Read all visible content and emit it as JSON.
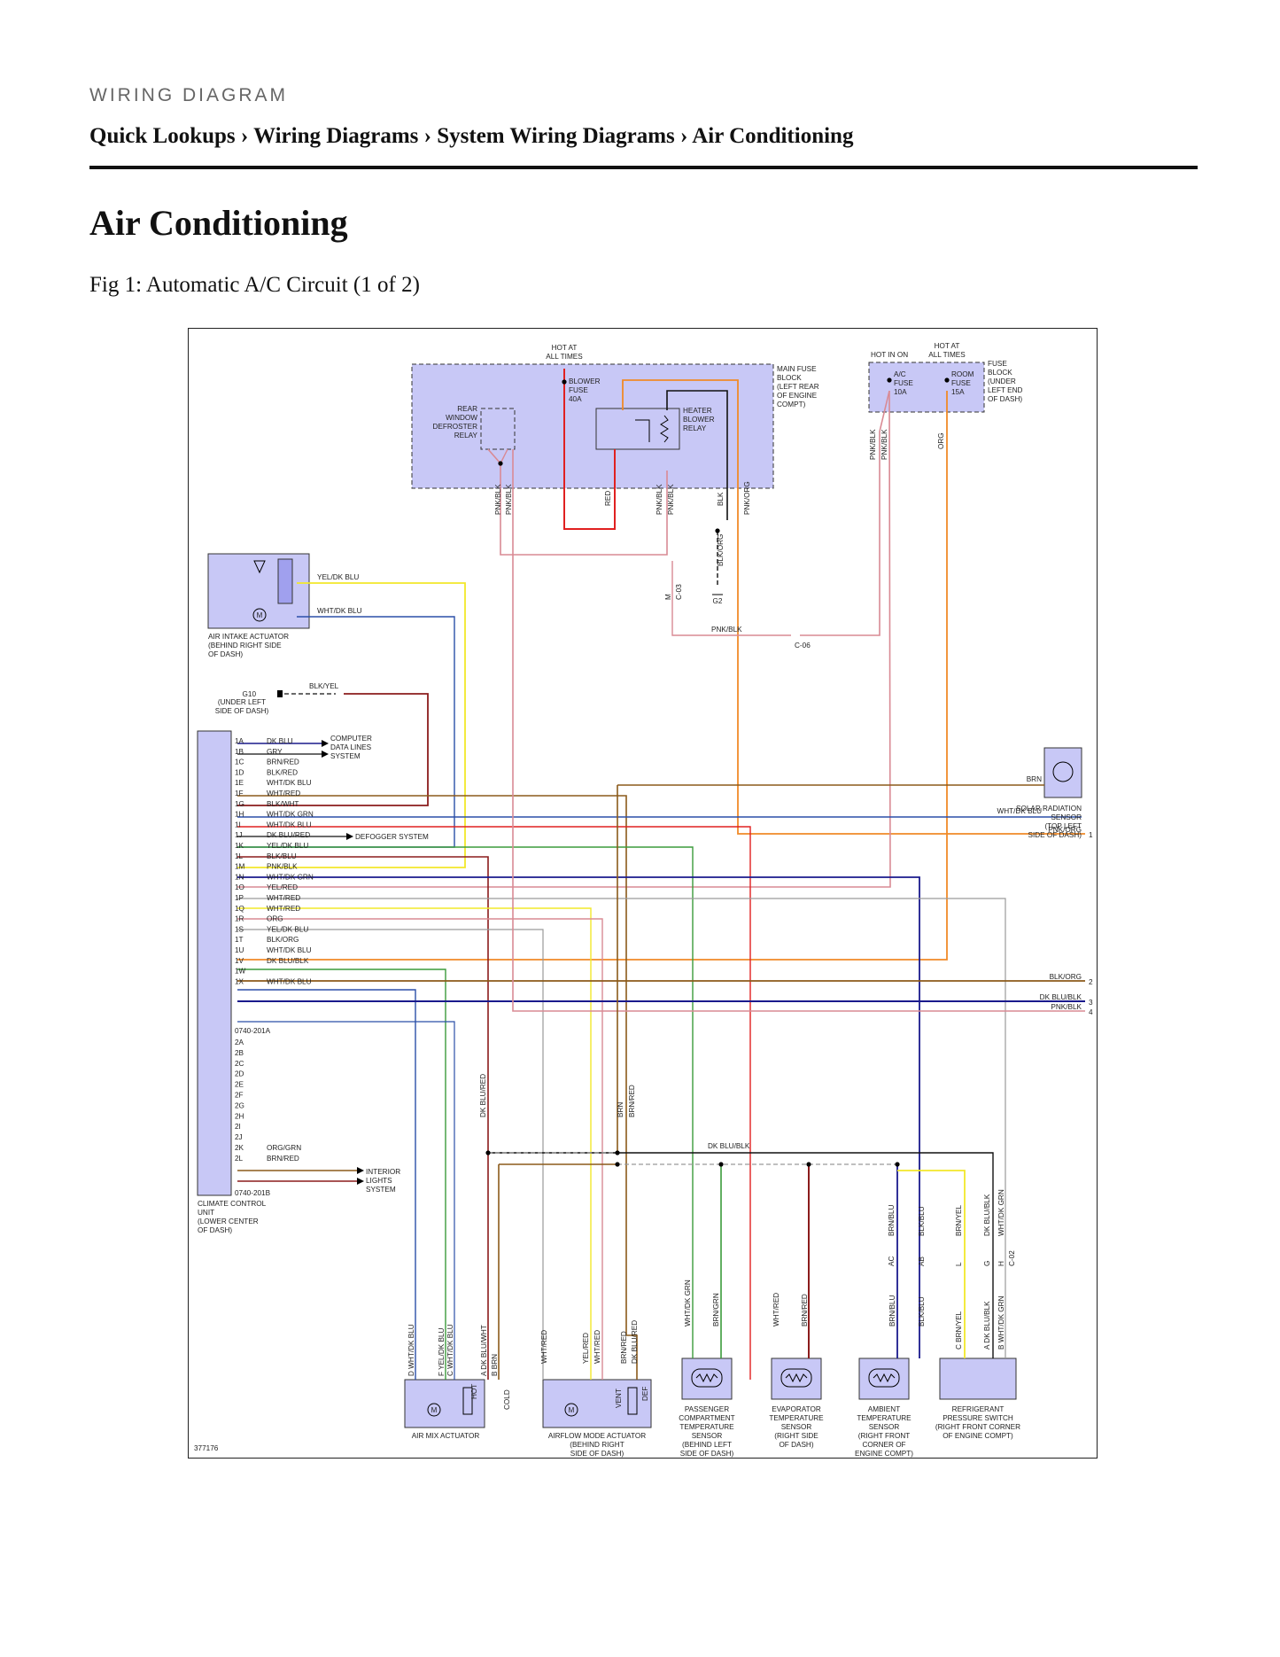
{
  "header": {
    "eyebrow": "WIRING DIAGRAM",
    "breadcrumb": [
      "Quick Lookups",
      "Wiring Diagrams",
      "System Wiring Diagrams",
      "Air Conditioning"
    ],
    "separator": "›"
  },
  "page": {
    "title": "Air Conditioning",
    "figure_caption": "Fig 1: Automatic A/C Circuit (1 of 2)"
  },
  "diagram": {
    "figure_id": "377176",
    "main_fuse_block": {
      "power_label": [
        "HOT AT",
        "ALL TIMES"
      ],
      "block_label": [
        "MAIN FUSE",
        "BLOCK",
        "(LEFT REAR",
        "OF ENGINE",
        "COMPT)"
      ],
      "blower_fuse": [
        "BLOWER",
        "FUSE",
        "40A"
      ],
      "rear_defroster_relay": [
        "REAR",
        "WINDOW",
        "DEFROSTER",
        "RELAY"
      ],
      "heater_blower_relay": [
        "HEATER",
        "BLOWER",
        "RELAY"
      ]
    },
    "fuse_block": {
      "hot_in_on": "HOT IN ON",
      "hot_at_all_times": [
        "HOT AT",
        "ALL TIMES"
      ],
      "block_label": [
        "FUSE",
        "BLOCK",
        "(UNDER",
        "LEFT END",
        "OF DASH)"
      ],
      "ac_fuse": [
        "A/C",
        "FUSE",
        "10A"
      ],
      "room_fuse": [
        "ROOM",
        "FUSE",
        "15A"
      ]
    },
    "air_intake_actuator": {
      "label": [
        "AIR INTAKE ACTUATOR",
        "(BEHIND RIGHT SIDE",
        "OF DASH)"
      ],
      "wires": [
        "YEL/DK BLU",
        "WHT/DK BLU"
      ]
    },
    "ground_g10": {
      "name": "G10",
      "location": [
        "(UNDER LEFT",
        "SIDE OF DASH)"
      ],
      "wire": "BLK/YEL"
    },
    "ground_g2": {
      "name": "G2",
      "wire": "BLK/ORG"
    },
    "connector_c03": {
      "name": "C-03",
      "pin": "M",
      "wire": "PNK/BLK"
    },
    "connector_c06": {
      "name": "C-06",
      "wire": "PNK/BLK"
    },
    "climate_control_unit": {
      "label": [
        "CLIMATE CONTROL",
        "UNIT",
        "(LOWER CENTER",
        "OF DASH)"
      ],
      "connector_a": "0740-201A",
      "connector_b": "0740-201B",
      "pins": [
        {
          "pin": "1A",
          "wire": "DK BLU"
        },
        {
          "pin": "1B",
          "wire": "GRY"
        },
        {
          "pin": "1C",
          "wire": "BRN/RED"
        },
        {
          "pin": "1D",
          "wire": "BLK/RED"
        },
        {
          "pin": "1E",
          "wire": "WHT/DK BLU"
        },
        {
          "pin": "1F",
          "wire": "WHT/RED"
        },
        {
          "pin": "1G",
          "wire": "BLK/WHT"
        },
        {
          "pin": "1H",
          "wire": "WHT/DK GRN"
        },
        {
          "pin": "1I",
          "wire": "WHT/DK BLU"
        },
        {
          "pin": "1J",
          "wire": "DK BLU/RED"
        },
        {
          "pin": "1K",
          "wire": "YEL/DK BLU"
        },
        {
          "pin": "1L",
          "wire": "BLK/BLU"
        },
        {
          "pin": "1M",
          "wire": "PNK/BLK"
        },
        {
          "pin": "1N",
          "wire": "WHT/DK GRN"
        },
        {
          "pin": "1O",
          "wire": "YEL/RED"
        },
        {
          "pin": "1P",
          "wire": "WHT/RED"
        },
        {
          "pin": "1Q",
          "wire": "WHT/RED"
        },
        {
          "pin": "1R",
          "wire": "ORG"
        },
        {
          "pin": "1S",
          "wire": "YEL/DK BLU"
        },
        {
          "pin": "1T",
          "wire": "BLK/ORG"
        },
        {
          "pin": "1U",
          "wire": "WHT/DK BLU"
        },
        {
          "pin": "1V",
          "wire": "DK BLU/BLK"
        },
        {
          "pin": "1W",
          "wire": ""
        },
        {
          "pin": "1X",
          "wire": "WHT/DK BLU"
        }
      ],
      "pins_b": [
        {
          "pin": "2A",
          "wire": ""
        },
        {
          "pin": "2B",
          "wire": ""
        },
        {
          "pin": "2C",
          "wire": ""
        },
        {
          "pin": "2D",
          "wire": ""
        },
        {
          "pin": "2E",
          "wire": ""
        },
        {
          "pin": "2F",
          "wire": ""
        },
        {
          "pin": "2G",
          "wire": ""
        },
        {
          "pin": "2H",
          "wire": ""
        },
        {
          "pin": "2I",
          "wire": ""
        },
        {
          "pin": "2J",
          "wire": ""
        },
        {
          "pin": "2K",
          "wire": "ORG/GRN"
        },
        {
          "pin": "2L",
          "wire": "BRN/RED"
        }
      ]
    },
    "references": {
      "computer_data_lines": [
        "COMPUTER",
        "DATA LINES",
        "SYSTEM"
      ],
      "defogger_system": "DEFOGGER SYSTEM",
      "interior_lights": [
        "INTERIOR",
        "LIGHTS",
        "SYSTEM"
      ]
    },
    "solar_radiation_sensor": {
      "label": [
        "SOLAR RADIATION",
        "SENSOR",
        "(TOP LEFT",
        "SIDE OF DASH)"
      ],
      "wires": [
        "BRN",
        "WHT/DK BLU"
      ]
    },
    "off_page": [
      {
        "wire": "PNK/ORG",
        "ref": "1"
      },
      {
        "wire": "BLK/ORG",
        "ref": "2"
      },
      {
        "wire": "DK BLU/BLK",
        "ref": "3"
      },
      {
        "wire": "PNK/BLK",
        "ref": "4"
      }
    ],
    "vertical_labels": {
      "top_left": [
        "PNK/BLK",
        "PNK/BLK"
      ],
      "red": "RED",
      "relay_out": [
        "PNK/BLK",
        "PNK/BLK"
      ],
      "blk": "BLK",
      "pnk_org": "PNK/ORG",
      "fuse_out": [
        "PNK/BLK",
        "PNK/BLK"
      ],
      "org": "ORG",
      "mid": [
        "DK BLU/RED",
        "BRN",
        "BRN/RED"
      ],
      "dk_blu_blk": "DK BLU/BLK",
      "lower": [
        "BRN/BLU",
        "BLK/BLU",
        "BRN/YEL",
        "DK BLU/BLK",
        "WHT/DK GRN"
      ]
    },
    "connector_c02": {
      "name": "C-02",
      "pins": [
        "AC",
        "AB",
        "L",
        "G",
        "H"
      ]
    },
    "air_mix_actuator": {
      "label": "AIR MIX ACTUATOR",
      "pins": [
        "D",
        "F",
        "C",
        "A",
        "B"
      ],
      "wires": [
        "WHT/DK BLU",
        "YEL/DK BLU",
        "WHT/DK BLU",
        "DK BLU/WHT",
        "BRN"
      ],
      "positions": [
        "HOT",
        "COLD"
      ]
    },
    "airflow_mode_actuator": {
      "label": [
        "AIRFLOW MODE ACTUATOR",
        "(BEHIND RIGHT",
        "SIDE OF DASH)"
      ],
      "wires": [
        "WHT/RED",
        "YEL/RED",
        "WHT/RED",
        "BRN/RED",
        "DK BLU/RED"
      ],
      "positions": [
        "VENT",
        "DEF"
      ]
    },
    "passenger_sensor": {
      "label": [
        "PASSENGER",
        "COMPARTMENT",
        "TEMPERATURE",
        "SENSOR",
        "(BEHIND LEFT",
        "SIDE OF DASH)"
      ],
      "wires": [
        "WHT/DK GRN",
        "BRN/GRN"
      ]
    },
    "evaporator_sensor": {
      "label": [
        "EVAPORATOR",
        "TEMPERATURE",
        "SENSOR",
        "(RIGHT SIDE",
        "OF DASH)"
      ],
      "wires": [
        "WHT/RED",
        "BRN/RED"
      ]
    },
    "ambient_sensor": {
      "label": [
        "AMBIENT",
        "TEMPERATURE",
        "SENSOR",
        "(RIGHT FRONT",
        "CORNER OF",
        "ENGINE COMPT)"
      ],
      "wires": [
        "BRN/BLU",
        "BLK/BLU"
      ]
    },
    "refrigerant_switch": {
      "label": [
        "REFRIGERANT",
        "PRESSURE SWITCH",
        "(RIGHT FRONT CORNER",
        "OF ENGINE COMPT)"
      ],
      "pins": [
        "C",
        "A",
        "B"
      ],
      "wires": [
        "BRN/YEL",
        "DK BLU/BLK",
        "WHT/DK GRN"
      ]
    },
    "colors": {
      "component_fill": "#c8c8f6",
      "pnk_blk": "#d98a94",
      "red": "#e02020",
      "orange": "#f08a28",
      "yellow": "#f2e82a",
      "blue": "#2b4fa8",
      "dk_blue": "#1a1a8c",
      "brown": "#8b5a1a",
      "dark_red": "#8b1c1c",
      "green": "#3b9b3b",
      "gray": "#9a9a9a",
      "black": "#111111"
    }
  }
}
